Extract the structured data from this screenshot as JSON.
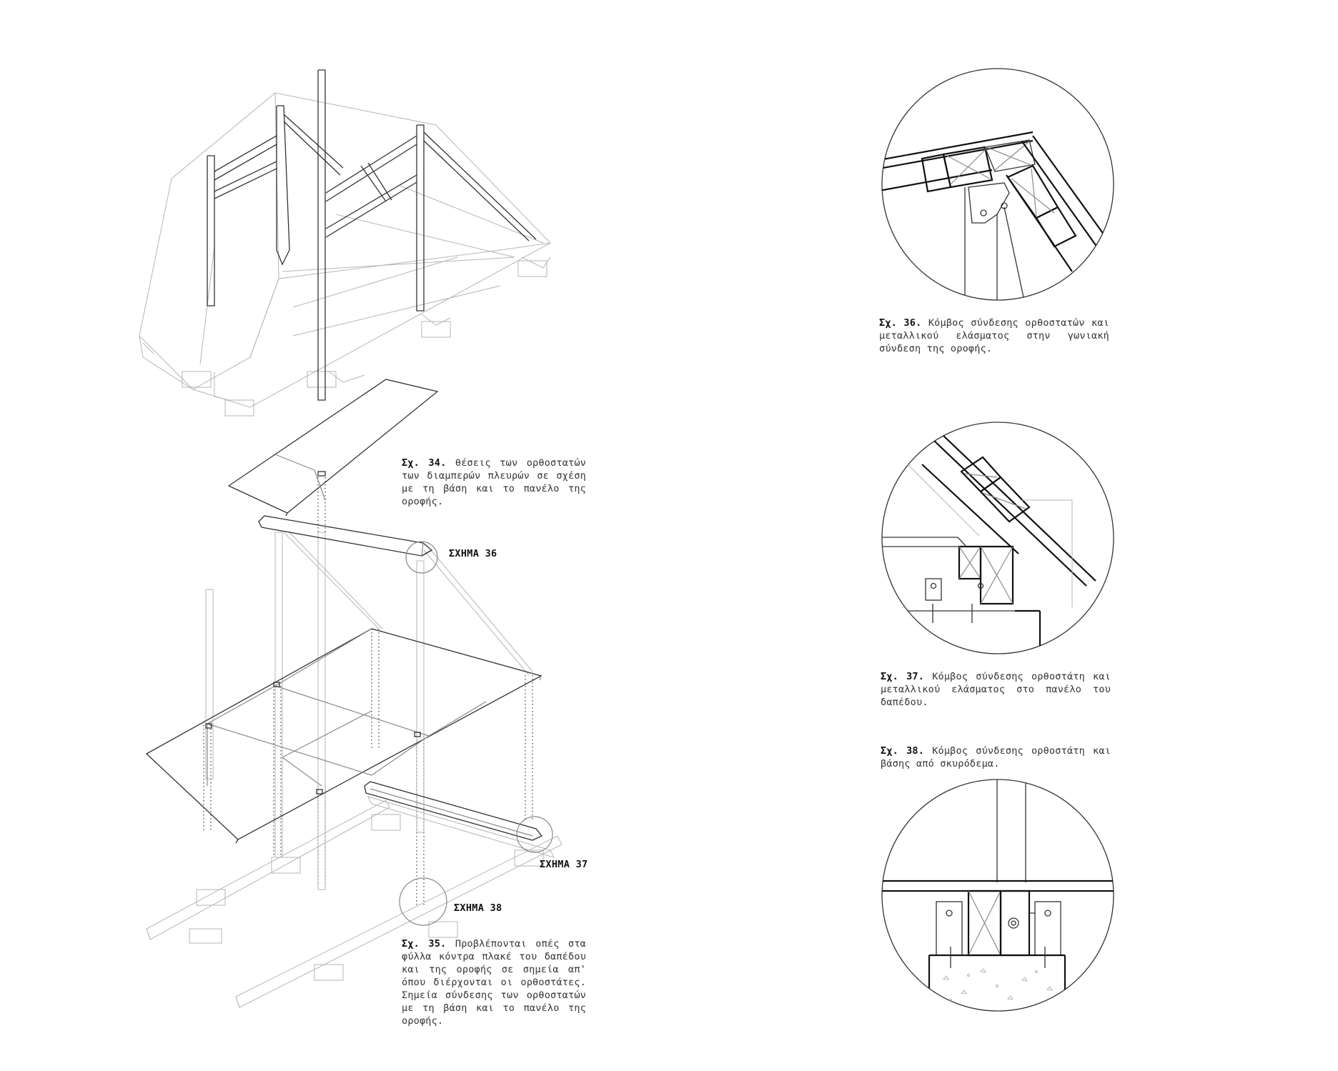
{
  "captions": {
    "fig34": {
      "label": "Σχ. 34.",
      "text": "θέσεις των ορθοστατών των διαμπερών πλευρών σε σχέση με τη βάση και το πανέλο της οροφής."
    },
    "fig35": {
      "label": "Σχ. 35.",
      "text": "Προβλέπονται οπές στα φύλλα κόντρα πλακέ του δαπέδου και της οροφής σε σημεία απ' όπου διέρχονται οι ορθοστάτες. Σημεία σύνδεσης των ορθοστατών με τη βάση και το πανέλο της οροφής."
    },
    "fig36": {
      "label": "Σχ. 36.",
      "text": "Κόμβος σύνδεσης ορθοστατών και μεταλλικού ελάσματος στην γωνιακή σύνδεση της οροφής."
    },
    "fig37": {
      "label": "Σχ. 37.",
      "text": "Κόμβος σύνδεσης ορθοστάτη και μεταλλικού ελάσματος στο πανέλο του δαπέδου."
    },
    "fig38": {
      "label": "Σχ. 38.",
      "text": "Κόμβος σύνδεσης ορθοστάτη και βάσης από σκυρόδεμα."
    }
  },
  "references": {
    "ref36": "ΣΧΗΜΑ 36",
    "ref37": "ΣΧΗΜΑ 37",
    "ref38": "ΣΧΗΜΑ 38"
  },
  "colors": {
    "line": "#333333",
    "ghost": "#b5b5b5",
    "background": "#ffffff"
  }
}
